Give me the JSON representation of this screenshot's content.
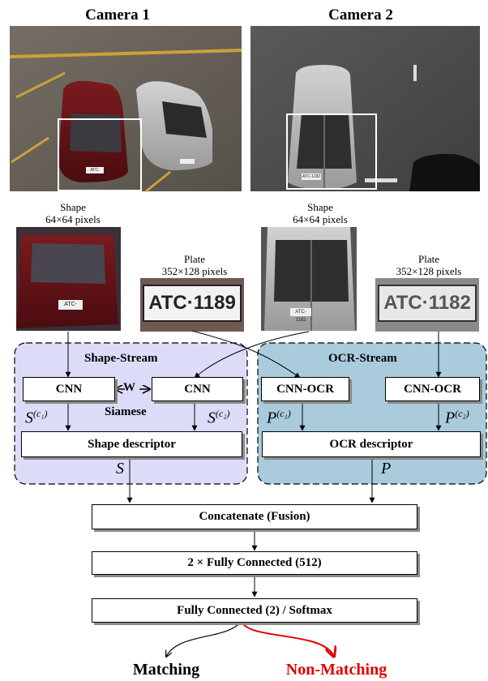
{
  "cameras": {
    "cam1": "Camera 1",
    "cam2": "Camera 2"
  },
  "shape_label": {
    "title": "Shape",
    "size": "64×64  pixels"
  },
  "plate_label": {
    "title": "Plate",
    "size": "352×128  pixels"
  },
  "plates": {
    "p1": "ATC·1189",
    "p2": "ATC·1182",
    "p1_small": "ATC-1189",
    "p2_small": "ATC-1182"
  },
  "streams": {
    "shape": "Shape-Stream",
    "ocr": "OCR-Stream",
    "siamese": "Siamese"
  },
  "boxes": {
    "cnn": "CNN",
    "weight": "W",
    "cnn_ocr": "CNN-OCR",
    "shape_desc": "Shape descriptor",
    "ocr_desc": "OCR descriptor",
    "concat": "Concatenate (Fusion)",
    "fc512": "2 × Fully Connected (512)",
    "fc2": "Fully Connected (2) / Softmax"
  },
  "math": {
    "s_base": "S",
    "p_base": "P",
    "c1": "(c₁)",
    "c2": "(c₂)",
    "s": "S",
    "p": "P"
  },
  "outcomes": {
    "match": "Matching",
    "nonmatch": "Non-Matching"
  },
  "colors": {
    "shape_stream_bg": "#dcdcf8",
    "ocr_stream_bg": "#a9cbdc",
    "nonmatch": "#e00000",
    "asphalt1": "#6d655d",
    "asphalt2": "#4f4f4f",
    "red_car": "#6a1418",
    "silver_car": "#b8b8b8"
  }
}
